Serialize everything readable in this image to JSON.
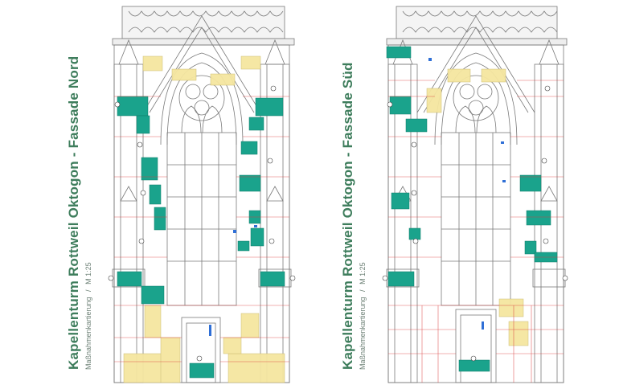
{
  "sheets": [
    {
      "id": "nord",
      "title": "Kapellenturm Rottweil Oktogon - Fassade Nord",
      "subtitle": "Maßnahmenkartierung",
      "scale": "M 1:25"
    },
    {
      "id": "sued",
      "title": "Kapellenturm Rottweil Oktogon - Fassade Süd",
      "subtitle": "Maßnahmenkartierung",
      "scale": "M 1:25"
    }
  ],
  "colors": {
    "stone_green": "#1aa38c",
    "stone_yellow": "#f5e6a0",
    "joint_red": "#d93a3a",
    "line": "#6b6b6b",
    "title_green": "#3e7d5c"
  }
}
